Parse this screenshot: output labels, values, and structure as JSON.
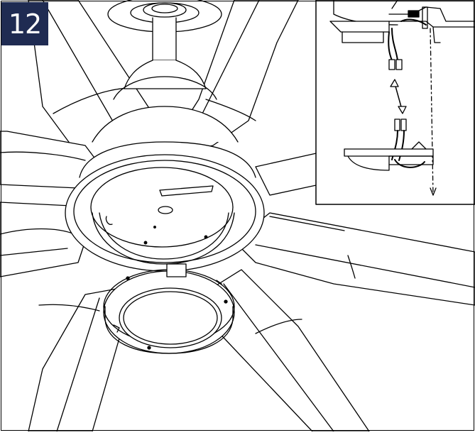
{
  "step": {
    "number": "12"
  },
  "colors": {
    "badge_bg": "#1f2b52",
    "badge_text": "#ffffff",
    "line": "#000000"
  },
  "illustration": {
    "subject": "ceiling-fan-light-kit-installation"
  },
  "inset": {
    "subject": "wire-connector-detail"
  }
}
